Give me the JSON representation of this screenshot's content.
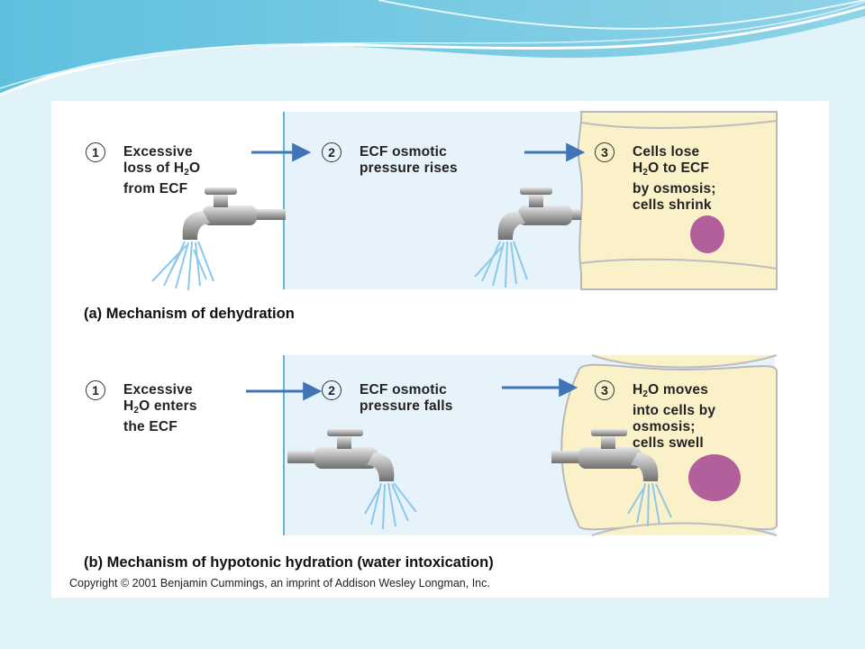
{
  "panel_a": {
    "step1": {
      "num": "1",
      "line1": "Excessive",
      "line2_pre": "loss of H",
      "line2_sub": "2",
      "line2_post": "O",
      "line3": "from ECF"
    },
    "step2": {
      "num": "2",
      "line1": "ECF osmotic",
      "line2": "pressure rises"
    },
    "step3": {
      "num": "3",
      "line1": "Cells lose",
      "line2_pre": "H",
      "line2_sub": "2",
      "line2_post": "O to ECF",
      "line3": "by osmosis;",
      "line4": "cells shrink"
    },
    "caption": "(a) Mechanism of dehydration"
  },
  "panel_b": {
    "step1": {
      "num": "1",
      "line1": "Excessive",
      "line2_pre": "H",
      "line2_sub": "2",
      "line2_post": "O enters",
      "line3": "the ECF"
    },
    "step2": {
      "num": "2",
      "line1": "ECF osmotic",
      "line2": "pressure falls"
    },
    "step3": {
      "num": "3",
      "line1_pre": "H",
      "line1_sub": "2",
      "line1_post": "O moves",
      "line2": "into cells by",
      "line3": "osmosis;",
      "line4": "cells swell"
    },
    "caption": "(b) Mechanism of hypotonic hydration (water intoxication)"
  },
  "copyright": "Copyright © 2001 Benjamin Cummings, an imprint of Addison Wesley Longman, Inc.",
  "colors": {
    "ecf": "#e7f3fb",
    "cell": "#fbf1c9",
    "nucleus": "#b2609c",
    "arrow": "#3f74b6",
    "water": "#a9d5ef"
  }
}
